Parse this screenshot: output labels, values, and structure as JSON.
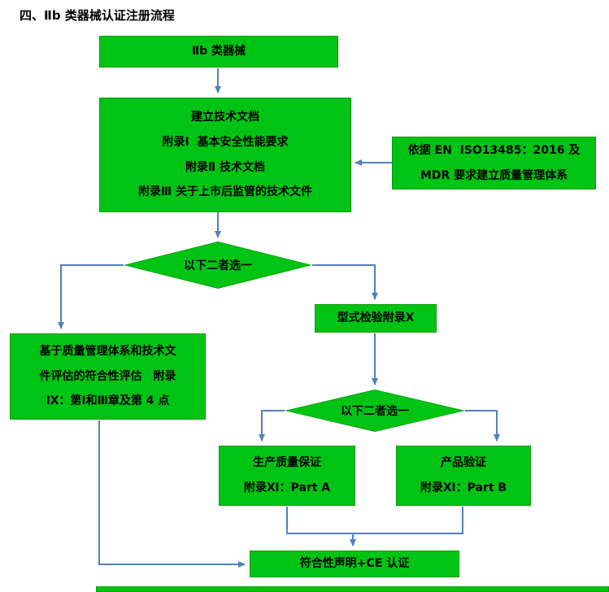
{
  "title": "四、Ⅱb 类器械认证注册流程",
  "colors": {
    "box-green": "#00c413",
    "box-border": "#0a9a0a",
    "arrow-blue": "#4f81bd"
  },
  "flowchart": {
    "start_box": {
      "label": "Ⅱb 类器械"
    },
    "tech_doc_box": {
      "lines": [
        "建立技术文档",
        "附录Ⅰ  基本安全性能要求",
        "附录Ⅱ 技术文档",
        "附录Ⅲ 关于上市后监管的技术文件"
      ]
    },
    "qms_box": {
      "lines": [
        "依据 EN  ISO13485：2016 及",
        "MDR 要求建立质量管理体系"
      ]
    },
    "decision_1": {
      "label": "以下二者选一"
    },
    "conformity_assessment_box": {
      "lines": [
        "基于质量管理体系和技术文",
        "件评估的符合性评估　附录",
        "Ⅸ：第Ⅰ和Ⅲ章及第 4 点"
      ]
    },
    "type_exam_box": {
      "label": "型式检验附录Ⅹ"
    },
    "decision_2": {
      "label": "以下二者选一"
    },
    "production_qa_box": {
      "lines": [
        "生产质量保证",
        "附录Ⅺ：Part A"
      ]
    },
    "product_verification_box": {
      "lines": [
        "产品验证",
        "附录Ⅺ：Part B"
      ]
    },
    "declaration_box": {
      "label": "符合性声明+CE 认证"
    }
  }
}
